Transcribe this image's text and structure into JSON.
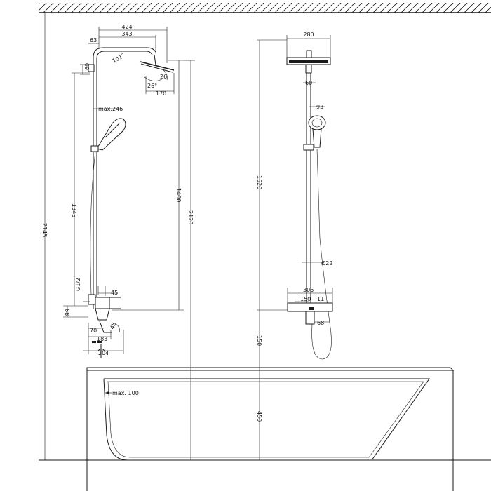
{
  "dimensions": {
    "d424": "424",
    "d343": "343",
    "d63": "63",
    "d60a": "60",
    "d101": "101°",
    "d26a": "26",
    "d26b": "26°",
    "d170": "170",
    "dmax246": "max.246",
    "d1345": "1345",
    "d1400": "1400",
    "d2120": "2120",
    "d2145": "2145",
    "dG12": "G1/2",
    "d45a": "45",
    "d68a": "68",
    "d70": "70",
    "d45b": "45",
    "d183": "183",
    "d204": "204",
    "d280": "280",
    "d60b": "60",
    "d93": "93",
    "d1520": "1520",
    "d22": "Ø22",
    "d306": "306",
    "d150a": "150",
    "d68b": "68",
    "d11": "11",
    "d150b": "150",
    "d450": "450",
    "dmax100": "max. 100"
  }
}
